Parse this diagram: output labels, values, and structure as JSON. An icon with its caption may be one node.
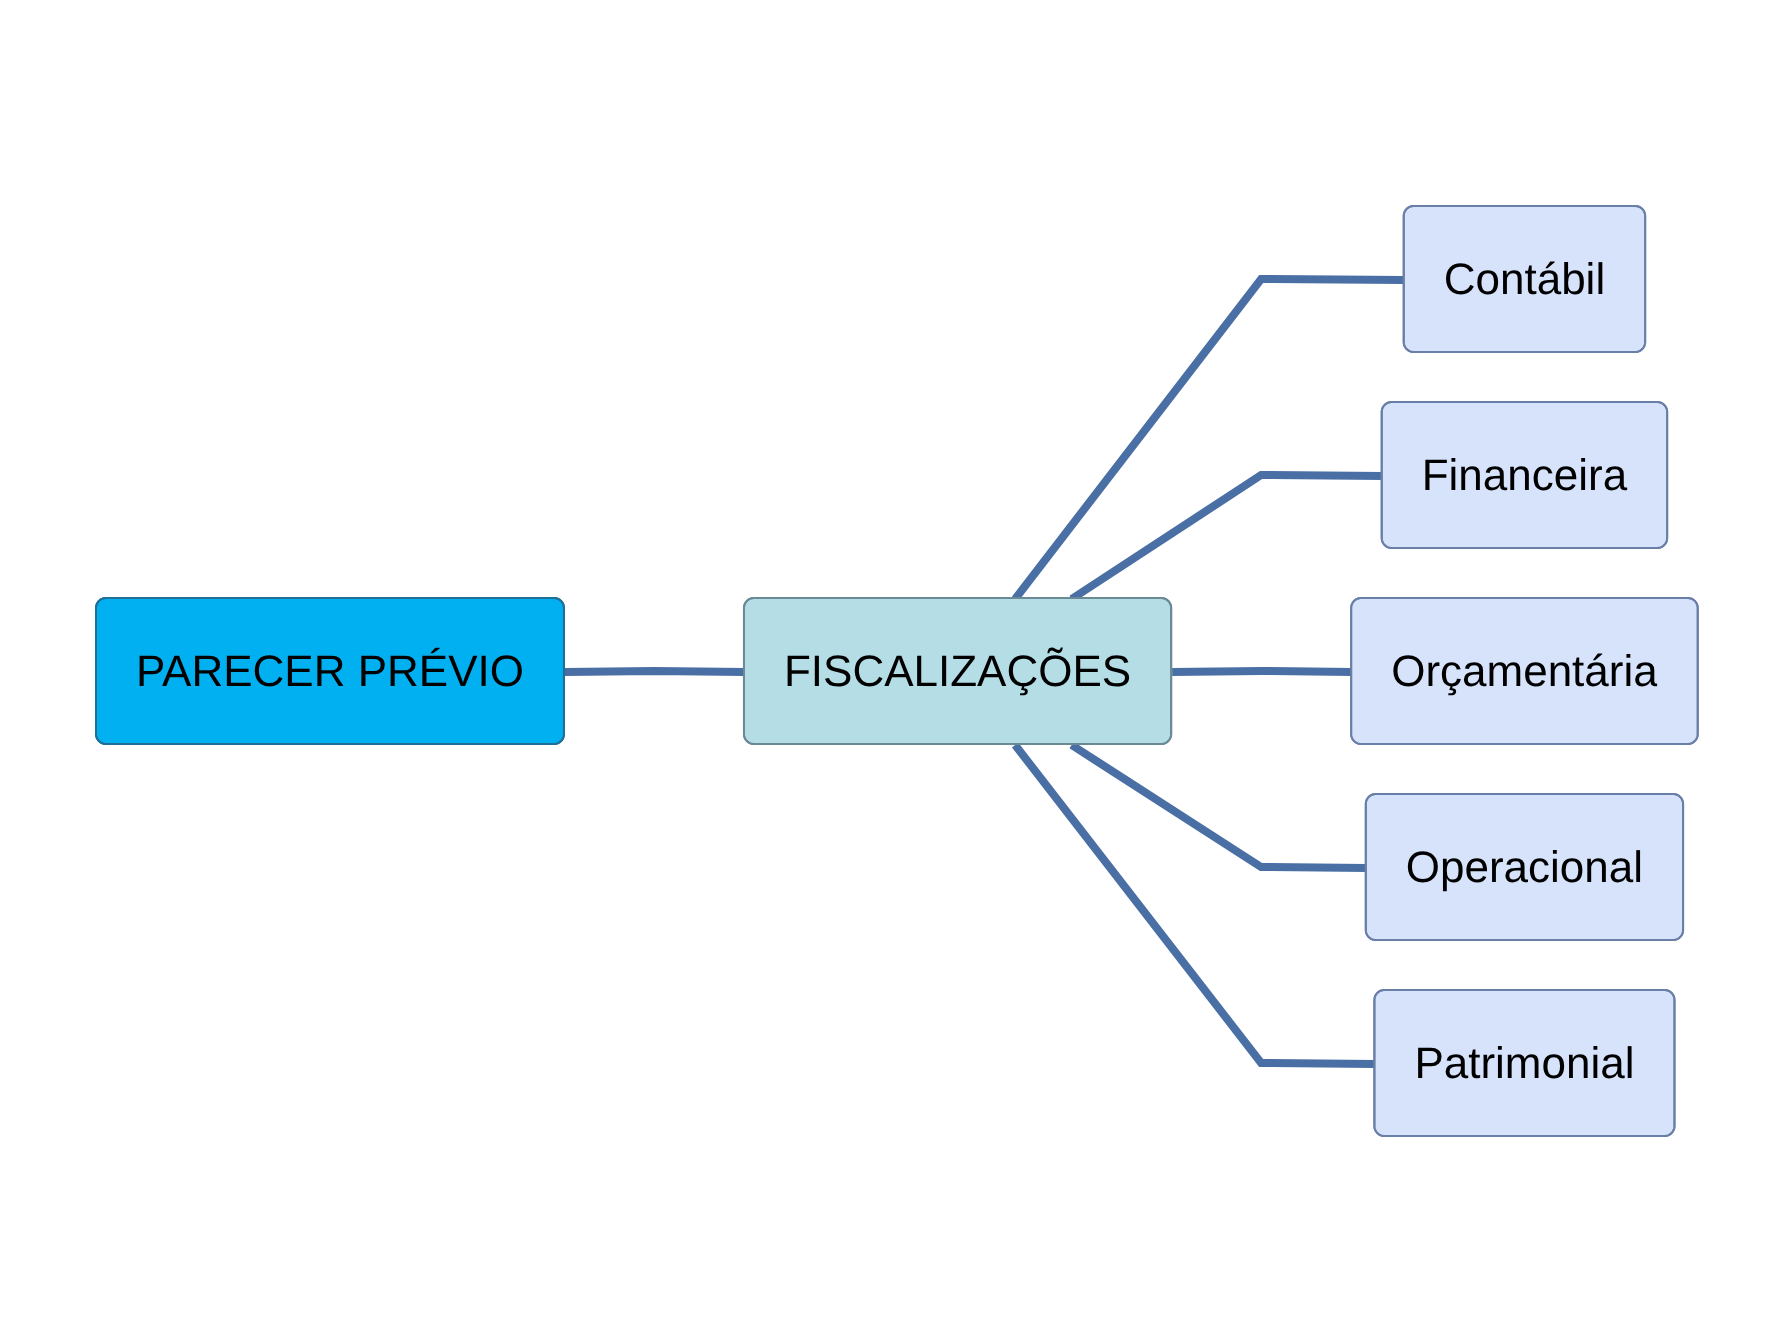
{
  "diagram": {
    "nodes": [
      {
        "text": [
          "PARECER PRÉVIO"
        ]
      },
      {
        "text": [
          "FISCALIZAÇÕES"
        ]
      },
      {
        "text": [
          "Contábil"
        ]
      },
      {
        "text": [
          "Financeira"
        ]
      },
      {
        "text": [
          "Orçamentária"
        ]
      },
      {
        "text": [
          "Operacional"
        ]
      },
      {
        "text": [
          "Patrimonial"
        ]
      }
    ],
    "edges": [
      {
        "from": 0,
        "to": 1,
        "arrow": "none"
      },
      {
        "from": 1,
        "to": 2,
        "arrow": "none"
      },
      {
        "from": 1,
        "to": 3,
        "arrow": "none"
      },
      {
        "from": 1,
        "to": 4,
        "arrow": "none"
      },
      {
        "from": 1,
        "to": 5,
        "arrow": "none"
      },
      {
        "from": 1,
        "to": 6,
        "arrow": "none"
      }
    ]
  }
}
